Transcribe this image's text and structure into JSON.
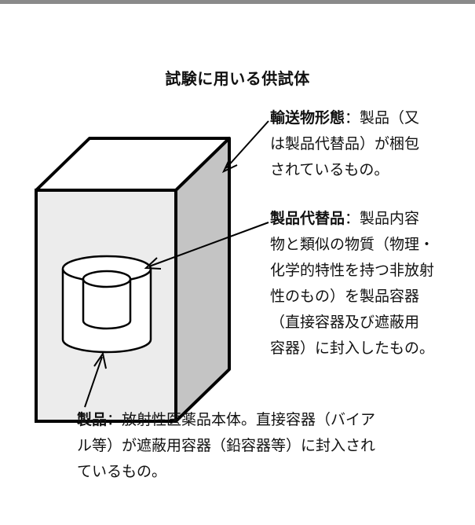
{
  "title": "試験に用いる供試体",
  "labels": {
    "transport": {
      "term": "輸送物形態",
      "sep": "：",
      "lines": [
        "製品（又",
        "は製品代替品）が梱包",
        "されているもの。"
      ]
    },
    "substitute": {
      "term": "製品代替品",
      "sep": "：",
      "lines": [
        "製品内容",
        "物と類似の物質（物理・",
        "化学的特性を持つ非放射",
        "性のもの）を製品容器",
        "（直接容器及び遮蔽用",
        "容器）に封入したもの。"
      ]
    },
    "product": {
      "term": "製品",
      "sep": "：",
      "lines": [
        "放射性医薬品本体。直接容器（バイア",
        "ル等）が遮蔽用容器（鉛容器等）に封入され",
        "ているもの。"
      ]
    }
  },
  "colors": {
    "box_front": "#ececec",
    "box_side": "#c4c4c4",
    "box_top": "#ffffff",
    "stroke": "#000000",
    "top_bar": "#8a8a8a"
  }
}
